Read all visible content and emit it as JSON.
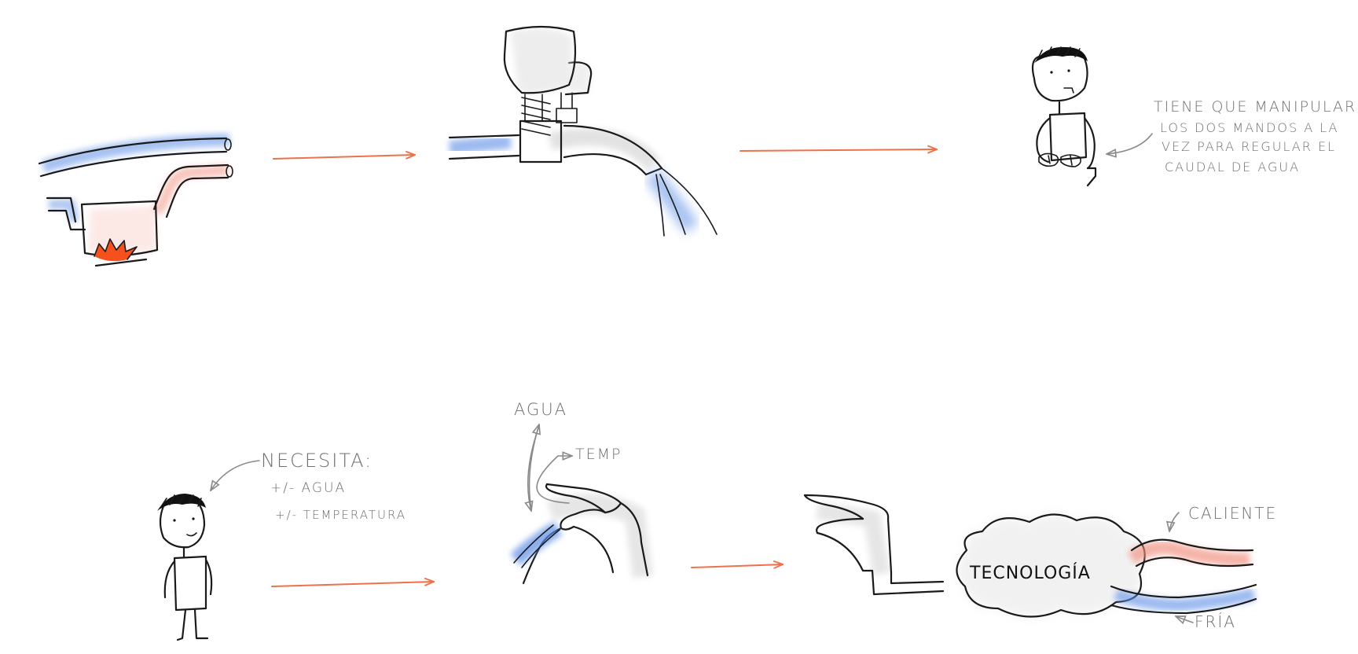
{
  "colors": {
    "cold_water": "#5b8de6",
    "hot_water": "#f08c7a",
    "fire": "#f4511e",
    "arrow": "#f0704a",
    "annotation": "#6f6f6f",
    "ink": "#1a1a1a"
  },
  "annotations": {
    "two_knobs": [
      "TIENE QUE MANIPULAR",
      "LOS DOS MANDOS A LA",
      "VEZ PARA REGULAR EL",
      "CAUDAL DE AGUA"
    ],
    "needs": [
      "NECESITA:",
      "+/- AGUA",
      "+/- TEMPERATURA"
    ],
    "lever_water": "AGUA",
    "lever_temp": "TEMP",
    "cloud": "TECNOLOGÍA",
    "hot": "CALIENTE",
    "cold": "FRÍA"
  }
}
